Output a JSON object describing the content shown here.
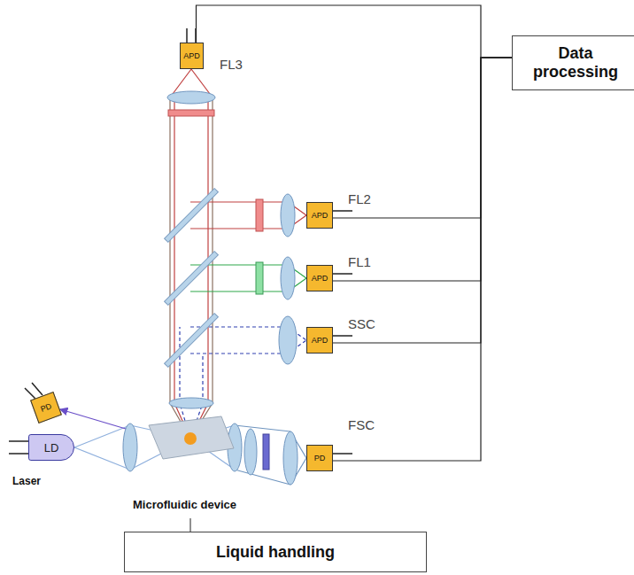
{
  "diagram": {
    "nodes": [
      {
        "text": [
          "Data processing"
        ]
      },
      {
        "text": [
          "APD"
        ]
      },
      {
        "text": [
          "APD"
        ]
      },
      {
        "text": [
          "APD"
        ]
      },
      {
        "text": [
          "APD"
        ]
      },
      {
        "text": [
          "PD"
        ]
      },
      {
        "text": [
          "PD"
        ]
      },
      {
        "text": [
          "LD"
        ]
      },
      {
        "text": [
          "Liquid handling"
        ]
      }
    ],
    "edges": [
      {
        "from": 1,
        "to": 0,
        "arrow": "none"
      },
      {
        "from": 2,
        "to": 0,
        "arrow": "none"
      },
      {
        "from": 3,
        "to": 0,
        "arrow": "none"
      },
      {
        "from": 4,
        "to": 0,
        "arrow": "none"
      },
      {
        "from": 5,
        "to": 0,
        "arrow": "none"
      }
    ],
    "labels": [
      "FL3",
      "FL2",
      "FL1",
      "SSC",
      "FSC",
      "Laser",
      "Microfluidic device"
    ]
  }
}
